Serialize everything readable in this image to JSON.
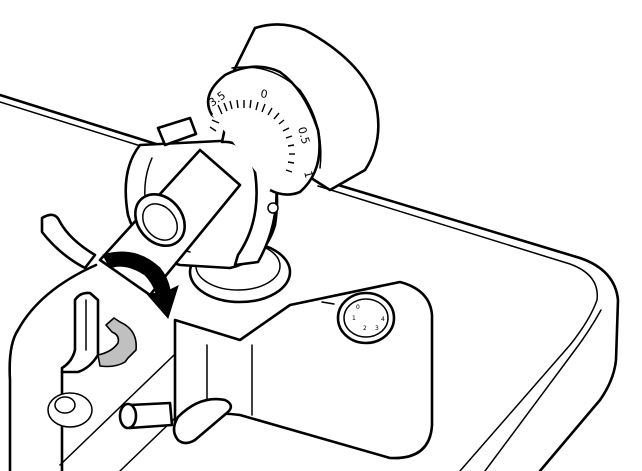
{
  "figure": {
    "subject": "Turntable tonearm counterweight adjustment",
    "style": "black line art on white background",
    "colors": {
      "line": "#000000",
      "background": "#ffffff",
      "highlight_clip": "#c0c0c0",
      "arrow": "#000000"
    }
  },
  "counterweight_dial": {
    "labels": [
      "3.5",
      "0",
      "0.5",
      "1"
    ]
  },
  "antiskate_dial": {
    "labels": [
      "0",
      "1",
      "2",
      "3",
      "4"
    ]
  },
  "annotations": {
    "rotation_arrow": "clockwise rotation arrow indicating counterweight turn direction"
  }
}
